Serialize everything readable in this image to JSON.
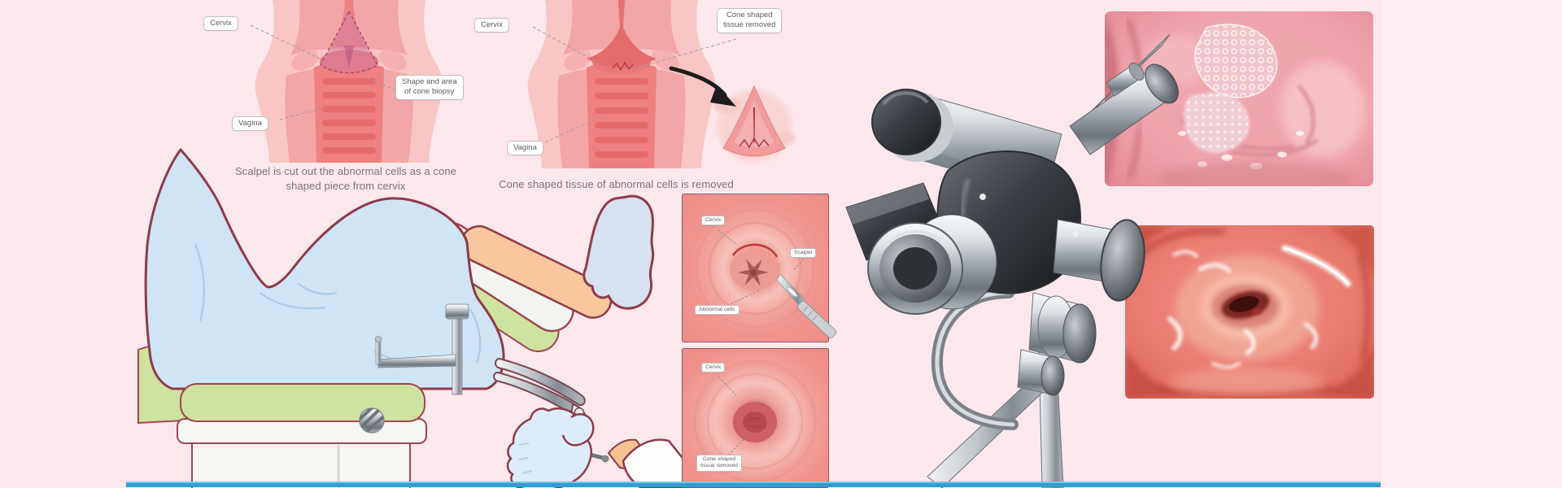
{
  "palette": {
    "background": "#fbe8ed",
    "accent_line_blue": "#2f9fd4",
    "outline_maroon": "#8e3a4a",
    "tissue_pink": "#f3a6a6",
    "metal_gray": "#aeb4ba"
  },
  "step1": {
    "labels": {
      "cervix": "Cervix",
      "vagina": "Vagina",
      "cone_area": "Shape and area\nof cone biopsy"
    },
    "caption": "Scalpel is cut out the abnormal cells as a cone\nshaped piece from cervix"
  },
  "step2": {
    "labels": {
      "cervix": "Cervix",
      "vagina": "Vagina",
      "cone_removed": "Cone shaped\ntissue removed"
    },
    "caption": "Cone shaped tissue of abnormal cells is removed"
  },
  "closeup_scalpel": {
    "labels": {
      "cervix": "Cervix",
      "scalpel": "Scalpel",
      "abnormal_cells": "Abnormal cells"
    }
  },
  "closeup_removed": {
    "labels": {
      "cervix": "Cervix",
      "cone_removed": "Cone shaped\ntissue removed"
    }
  }
}
